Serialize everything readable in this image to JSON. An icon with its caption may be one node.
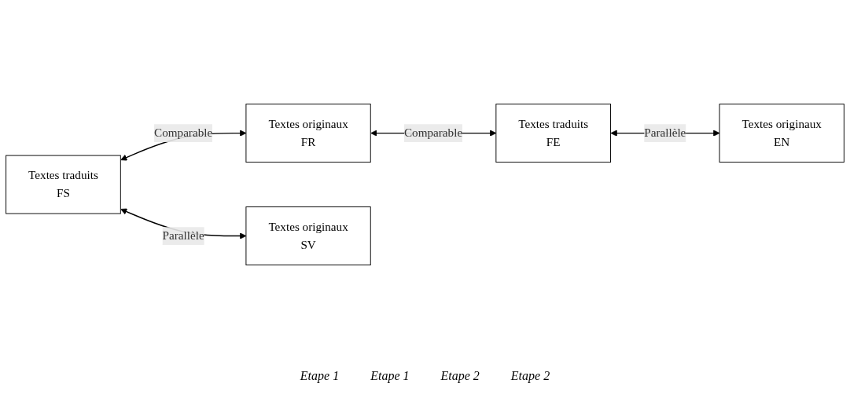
{
  "diagram": {
    "nodes": [
      {
        "text": [
          "Textes traduits",
          "FS"
        ]
      },
      {
        "text": [
          "Textes originaux",
          "FR"
        ]
      },
      {
        "text": [
          "Textes traduits",
          "FE"
        ]
      },
      {
        "text": [
          "Textes originaux",
          "SV"
        ]
      },
      {
        "text": [
          "Textes originaux",
          "EN"
        ]
      }
    ],
    "edges": [
      {
        "from": 0,
        "to": 1,
        "arrow": "both",
        "label": "Comparable"
      },
      {
        "from": 1,
        "to": 2,
        "arrow": "both",
        "label": "Comparable"
      },
      {
        "from": 0,
        "to": 3,
        "arrow": "both",
        "label": "Parallèle"
      },
      {
        "from": 2,
        "to": 4,
        "arrow": "both",
        "label": "Parallèle"
      }
    ],
    "labels": [
      "Etape 1",
      "Etape 1",
      "Etape 2",
      "Etape 2"
    ]
  }
}
